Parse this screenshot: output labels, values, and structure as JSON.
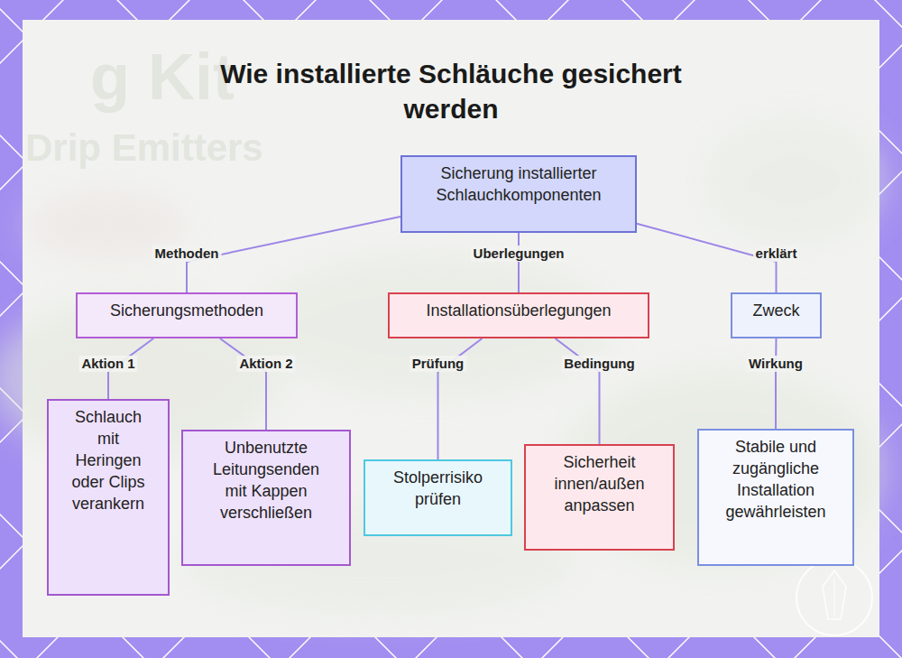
{
  "diagram": {
    "title": "Wie installierte Schläuche gesichert werden",
    "nodes": [
      {
        "text": [
          "Sicherung installierter Schlauchkomponenten"
        ]
      },
      {
        "text": [
          "Sicherungsmethoden"
        ]
      },
      {
        "text": [
          "Installationsüberlegungen"
        ]
      },
      {
        "text": [
          "Zweck"
        ]
      },
      {
        "text": [
          "Schlauch mit Heringen oder Clips verankern"
        ]
      },
      {
        "text": [
          "Unbenutzte Leitungsenden mit Kappen verschließen"
        ]
      },
      {
        "text": [
          "Stolperrisiko prüfen"
        ]
      },
      {
        "text": [
          "Sicherheit innen/außen anpassen"
        ]
      },
      {
        "text": [
          "Stabile und zugängliche Installation gewährleisten"
        ]
      }
    ],
    "edges": [
      {
        "from": 0,
        "to": 1,
        "label": "Methoden",
        "arrow": "none"
      },
      {
        "from": 0,
        "to": 2,
        "label": "Uberlegungen",
        "arrow": "none"
      },
      {
        "from": 0,
        "to": 3,
        "label": "erklärt",
        "arrow": "none"
      },
      {
        "from": 1,
        "to": 4,
        "label": "Aktion 1",
        "arrow": "none"
      },
      {
        "from": 1,
        "to": 5,
        "label": "Aktion 2",
        "arrow": "none"
      },
      {
        "from": 2,
        "to": 6,
        "label": "Prüfung",
        "arrow": "none"
      },
      {
        "from": 2,
        "to": 7,
        "label": "Bedingung",
        "arrow": "none"
      },
      {
        "from": 3,
        "to": 8,
        "label": "Wirkung",
        "arrow": "none"
      }
    ],
    "labels": [
      "g Kit",
      "Drip Emitters"
    ]
  }
}
